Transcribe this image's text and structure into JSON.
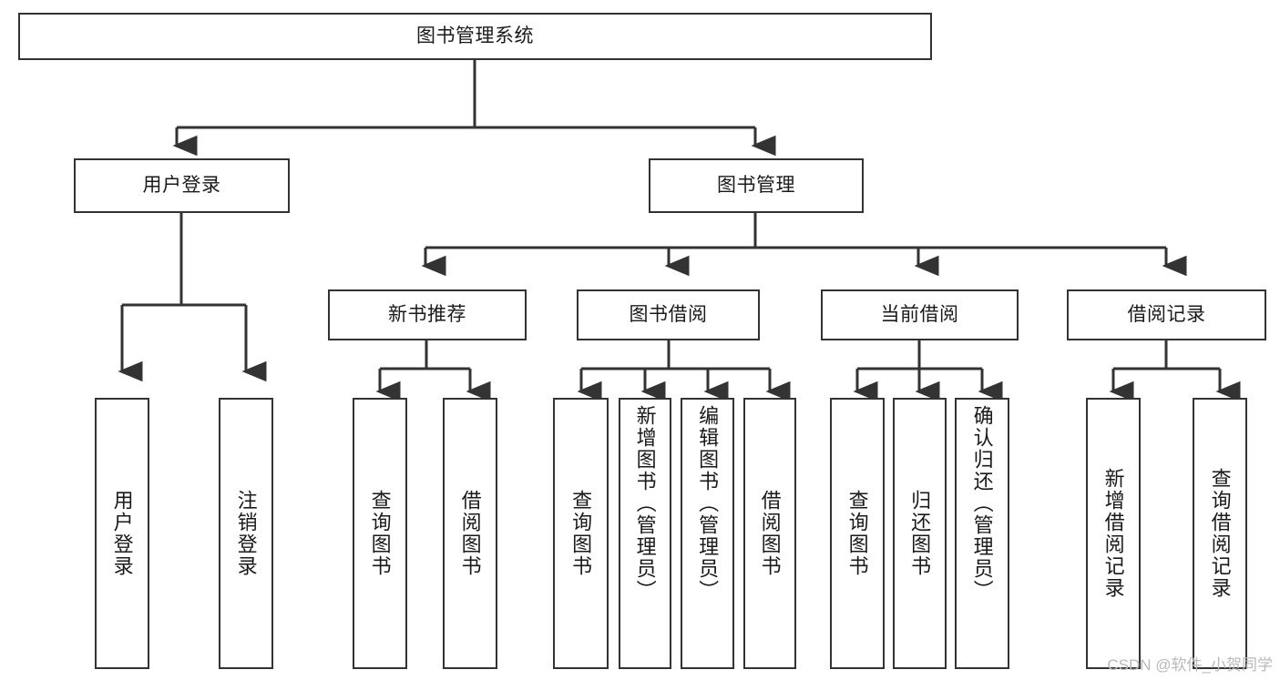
{
  "diagram": {
    "title": "图书管理系统",
    "type": "tree",
    "root": {
      "id": "root",
      "label": "图书管理系统"
    },
    "level2": [
      {
        "id": "user-login",
        "label": "用户登录"
      },
      {
        "id": "book-manage",
        "label": "图书管理"
      }
    ],
    "level3": [
      {
        "id": "new-book-rec",
        "label": "新书推荐",
        "parent": "book-manage"
      },
      {
        "id": "book-borrow",
        "label": "图书借阅",
        "parent": "book-manage"
      },
      {
        "id": "current-borrow",
        "label": "当前借阅",
        "parent": "book-manage"
      },
      {
        "id": "borrow-record",
        "label": "借阅记录",
        "parent": "book-manage"
      }
    ],
    "leaves": [
      {
        "id": "leaf-user-login",
        "label": "用户登录",
        "parent": "user-login"
      },
      {
        "id": "leaf-logout-login",
        "label": "注销登录",
        "parent": "user-login"
      },
      {
        "id": "leaf-query-book-1",
        "label": "查询图书",
        "parent": "new-book-rec"
      },
      {
        "id": "leaf-borrow-book-1",
        "label": "借阅图书",
        "parent": "new-book-rec"
      },
      {
        "id": "leaf-query-book-2",
        "label": "查询图书",
        "parent": "book-borrow"
      },
      {
        "id": "leaf-add-book",
        "label": "新增图书（管理员）",
        "parent": "book-borrow"
      },
      {
        "id": "leaf-edit-book",
        "label": "编辑图书（管理员）",
        "parent": "book-borrow"
      },
      {
        "id": "leaf-borrow-book-2",
        "label": "借阅图书",
        "parent": "book-borrow"
      },
      {
        "id": "leaf-query-book-3",
        "label": "查询图书",
        "parent": "current-borrow"
      },
      {
        "id": "leaf-return-book",
        "label": "归还图书",
        "parent": "current-borrow"
      },
      {
        "id": "leaf-confirm-return",
        "label": "确认归还（管理员）",
        "parent": "current-borrow"
      },
      {
        "id": "leaf-add-record",
        "label": "新增借阅记录",
        "parent": "borrow-record"
      },
      {
        "id": "leaf-query-record",
        "label": "查询借阅记录",
        "parent": "borrow-record"
      }
    ],
    "colors": {
      "stroke": "#333333",
      "text": "#1a1a1a",
      "background": "#ffffff",
      "watermark": "#b9b9b9"
    }
  },
  "watermark": {
    "text": "CSDN @软件_小贺同学"
  }
}
